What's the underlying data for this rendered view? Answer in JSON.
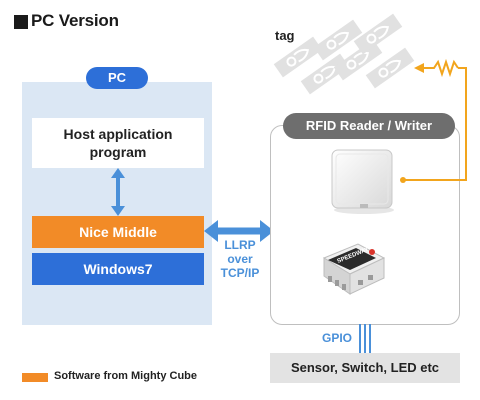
{
  "header": {
    "title": "PC Version"
  },
  "pc": {
    "badge": "PC",
    "host_line1": "Host application",
    "host_line2": "program",
    "middleware": "Nice Middle",
    "os": "Windows7"
  },
  "connection": {
    "line1": "LLRP",
    "line2": "over",
    "line3": "TCP/IP"
  },
  "reader": {
    "badge": "RFID Reader / Writer"
  },
  "tags": {
    "label": "tag"
  },
  "gpio": {
    "label": "GPIO"
  },
  "peripherals": {
    "label": "Sensor, Switch, LED etc"
  },
  "legend": {
    "label": "Software from Mighty Cube"
  },
  "colors": {
    "pc_blue": "#2d6fd8",
    "panel_blue": "#dbe7f4",
    "orange": "#f28b27",
    "arrow_blue": "#4a90d9",
    "badge_gray": "#6e6e6e",
    "antenna_wire": "#f2a51d"
  },
  "icons": [
    "antenna-icon",
    "reader-device-icon",
    "rfid-tag-icon",
    "resistor-icon"
  ]
}
